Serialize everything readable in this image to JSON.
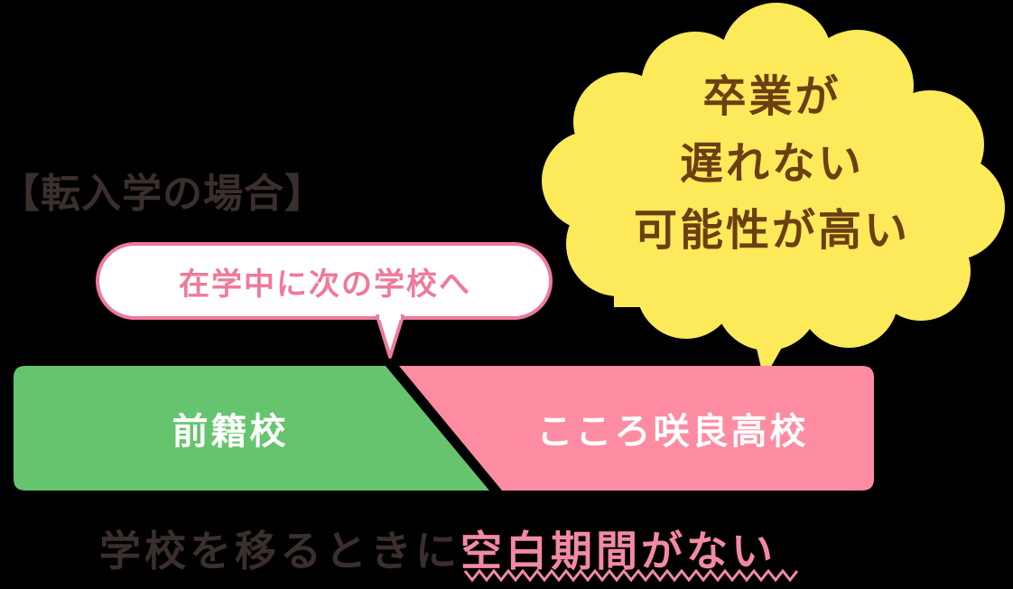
{
  "case_title": "【転入学の場合】",
  "speech_bubble": {
    "text": "在学中に次の学校へ",
    "color": "#ee7a9a"
  },
  "cloud_bubble": {
    "lines": [
      "卒業が",
      "遅れない",
      "可能性が高い"
    ],
    "fill": "#fdea5a",
    "text_color": "#6b3f12"
  },
  "timeline": {
    "previous_school": {
      "label": "前籍校",
      "color": "#66c46e"
    },
    "new_school": {
      "label": "こころ咲良高校",
      "color": "#fd8ca2"
    }
  },
  "footer": {
    "prefix": "学校を移るときに",
    "highlight": "空白期間がない",
    "prefix_color": "#3a2f2d",
    "highlight_color": "#f28aa3"
  }
}
